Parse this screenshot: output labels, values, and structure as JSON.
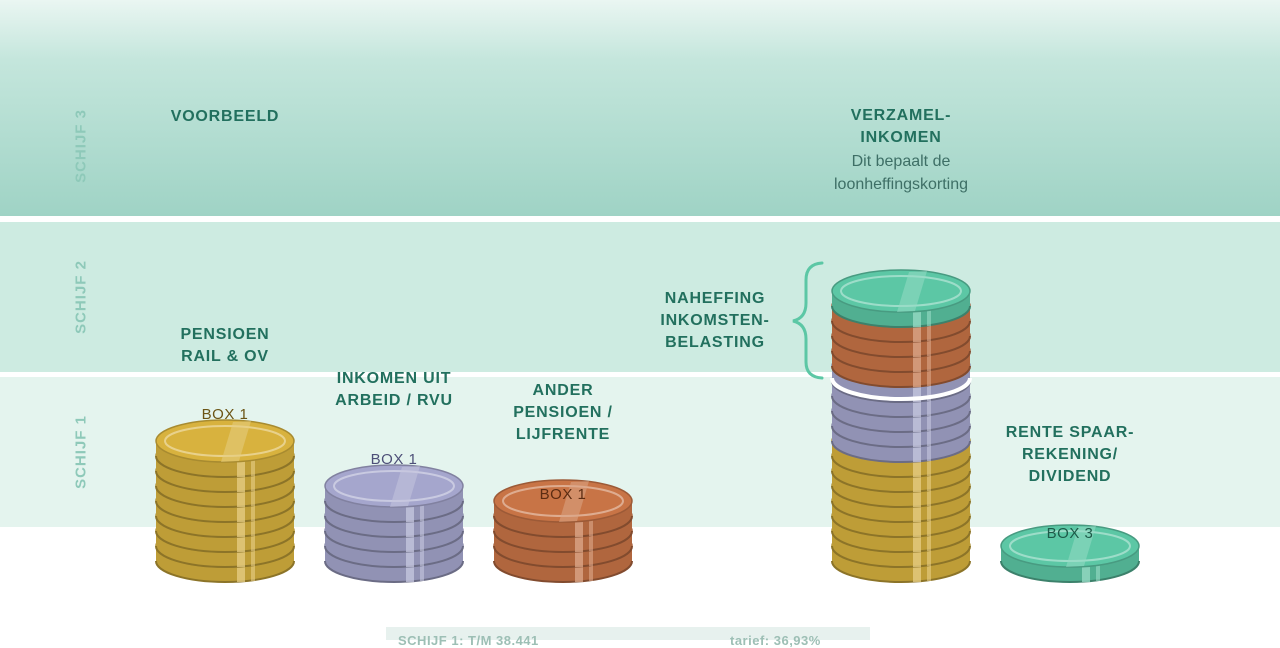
{
  "tiers": {
    "schijf3": "SCHIJF 3",
    "schijf2": "SCHIJF 2",
    "schijf1": "SCHIJF 1"
  },
  "example_label": "VOORBEELD",
  "stacks": {
    "pension_rail": {
      "label": "PENSIOEN\nRAIL & OV",
      "box": "BOX 1",
      "coins": 8,
      "color": "gold"
    },
    "income_work": {
      "label": "INKOMEN UIT\nARBEID / RVU",
      "box": "BOX 1",
      "coins": 5,
      "color": "lavender"
    },
    "other_pension": {
      "label": "ANDER\nPENSIOEN /\nLIJFRENTE",
      "box": "BOX 1",
      "coins": 4,
      "color": "copper"
    },
    "savings": {
      "label": "RENTE SPAAR-\nREKENING/\nDIVIDEND",
      "box": "BOX 3",
      "coins": 1,
      "color": "mint"
    }
  },
  "collective": {
    "title": "VERZAMEL-\nINKOMEN",
    "subtitle": "Dit bepaalt de\nloonheffingskorting",
    "bracket_label": "NAHEFFING\nINKOMSTEN-\nBELASTING",
    "composition": [
      {
        "color": "gold",
        "coins": 8
      },
      {
        "color": "lavender",
        "coins": 5
      },
      {
        "color": "copper",
        "coins": 4
      },
      {
        "color": "mint",
        "coins": 1
      }
    ]
  },
  "footer": {
    "left": "SCHIJF 1: T/M 38.441",
    "right": "tarief: 36,93%"
  },
  "colors": {
    "gold": "#d8b23e",
    "lavender": "#a5a6cd",
    "copper": "#c87446",
    "mint": "#5cc7a5",
    "label": "#22705e",
    "tier_label": "#8ec9b9"
  }
}
